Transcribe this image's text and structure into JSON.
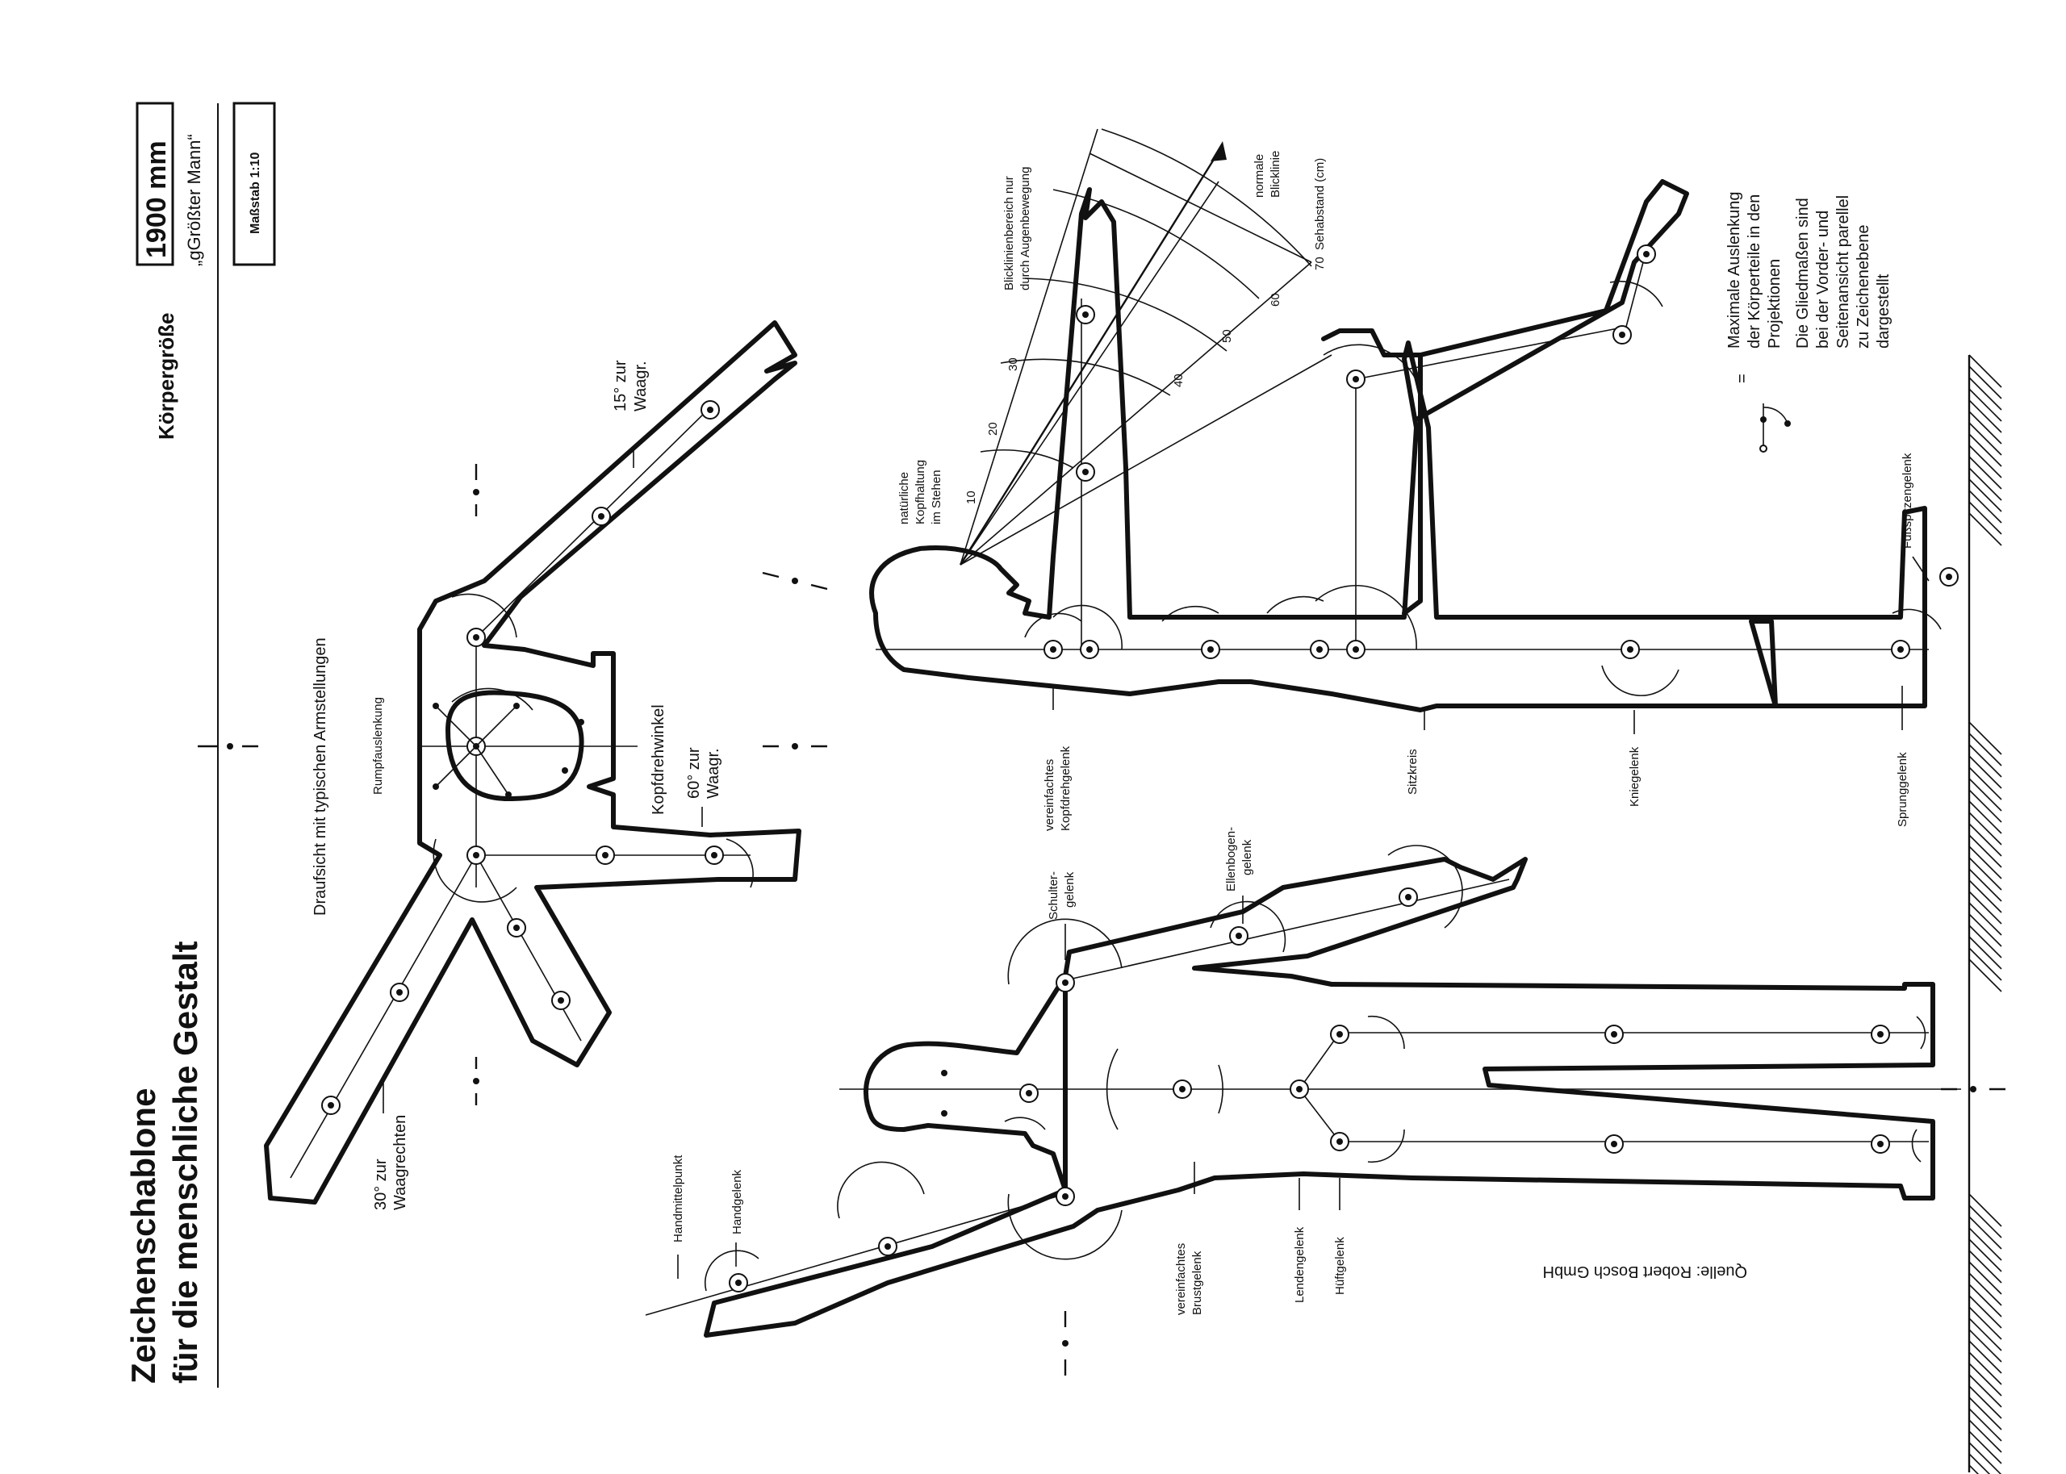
{
  "header": {
    "title_line1": "Zeichenschablone",
    "title_line2": "für die menschliche Gestalt",
    "koerpergroesse": "Körpergröße",
    "size_value": "1900 mm",
    "size_note": "„gGrößter Mann“",
    "scale": "Maßstab 1:10"
  },
  "top_view": {
    "heading": "Draufsicht mit typischen Armstellungen",
    "rumpfauslenkung": "Rumpfauslenkung",
    "kopfdrehwinkel": "Kopfdrehwinkel",
    "angle_15_a": "15° zur",
    "angle_15_b": "Waagr.",
    "angle_60_a": "60° zur",
    "angle_60_b": "Waagr.",
    "angle_30_a": "30° zur",
    "angle_30_b": "Waagrechten"
  },
  "side_view": {
    "blick_a": "Blicklinienbereich nur",
    "blick_b": "durch Augenbewegung",
    "normale_a": "normale",
    "normale_b": "Blicklinie",
    "sehabstand": "Sehabstand (cm)",
    "ticks": [
      "10",
      "20",
      "30",
      "40",
      "50",
      "60",
      "70"
    ],
    "kopfhaltung_a": "natürliche",
    "kopfhaltung_b": "Kopfhaltung",
    "kopfhaltung_c": "im Stehen",
    "kopfdreh_a": "vereinfachtes",
    "kopfdreh_b": "Kopfdrehgelenk",
    "sitzkreis": "Sitzkreis",
    "kniegelenk": "Kniegelenk",
    "sprunggelenk": "Sprunggelenk",
    "fussspitze": "Fußspitzengelenk"
  },
  "legend": {
    "symbol_eq": "=",
    "line1": "Maximale Auslenkung",
    "line2": "der Körperteile in den",
    "line3": "Projektionen",
    "line4": "Die Gliedmaßen sind",
    "line5": "bei der Vorder- und",
    "line6": "Seitenansicht parellel",
    "line7": "zu Zeichenebene",
    "line8": "dargestellt"
  },
  "front_view": {
    "handmittelpunkt": "Handmittelpunkt",
    "handgelenk": "Handgelenk",
    "brust_a": "vereinfachtes",
    "brust_b": "Brustgelenk",
    "lendengelenk": "Lendengelenk",
    "hueftgelenk": "Hüftgelenk",
    "schulter_a": "Schulter-",
    "schulter_b": "gelenk",
    "ellenbogen_a": "Ellenbogen-",
    "ellenbogen_b": "gelenk",
    "quelle": "Quelle: Robert Bosch GmbH"
  }
}
